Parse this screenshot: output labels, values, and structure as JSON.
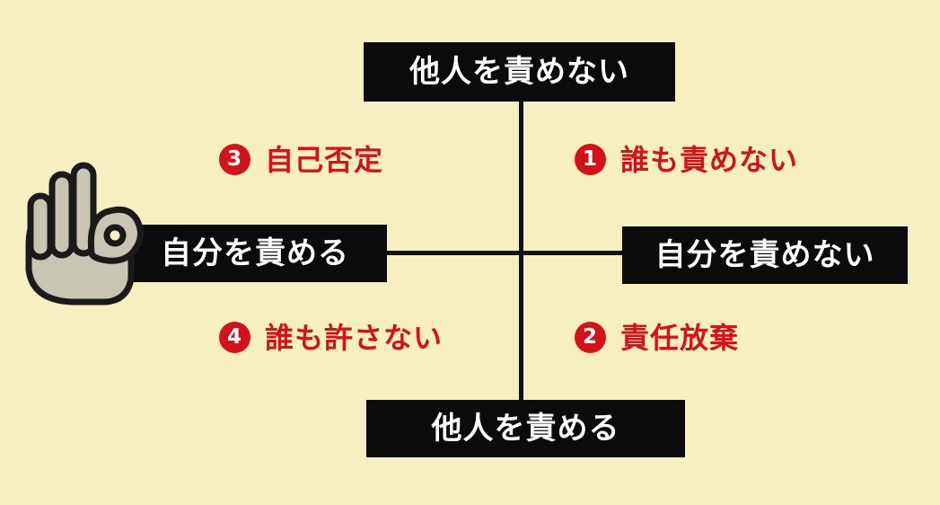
{
  "colors": {
    "background": "#f6efc1",
    "box": "#0b0b0b",
    "box_text": "#ffffff",
    "accent": "#d3131b",
    "axis": "#111111",
    "hand_fill": "#c9c5b4"
  },
  "axes": {
    "top": "他人を責めない",
    "bottom": "他人を責める",
    "left": "自分を責める",
    "right": "自分を責めない"
  },
  "quadrants": [
    {
      "number": "1",
      "label": "誰も責めない"
    },
    {
      "number": "2",
      "label": "責任放棄"
    },
    {
      "number": "3",
      "label": "自己否定"
    },
    {
      "number": "4",
      "label": "誰も許さない"
    }
  ],
  "icon": "ok-hand-icon"
}
